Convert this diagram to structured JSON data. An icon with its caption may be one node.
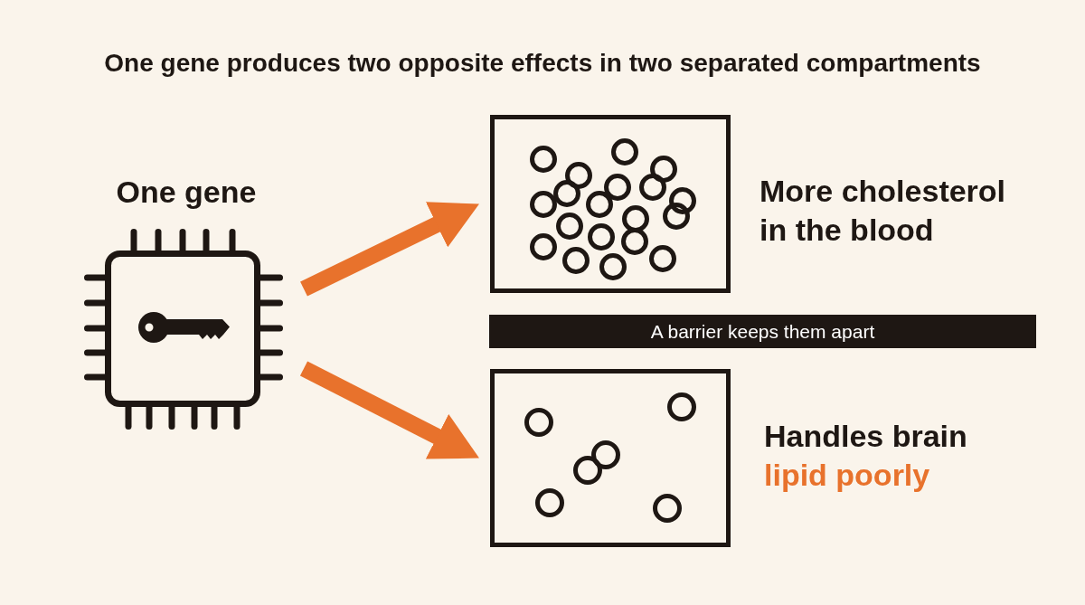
{
  "diagram": {
    "title": "One gene produces two opposite effects in two separated compartments",
    "nodes": [
      {
        "text": [
          "One gene"
        ]
      },
      {
        "text": [],
        "shape": "box",
        "beside": [
          "More cholesterol in the blood"
        ]
      },
      {
        "text": [
          "A barrier keeps them apart"
        ]
      },
      {
        "text": [],
        "shape": "box",
        "beside": [
          "Handles brain",
          "lipid poorly"
        ]
      }
    ],
    "edges": [
      {
        "from": 0,
        "to": 1,
        "arrow": "to",
        "color": "#e8722c"
      },
      {
        "from": 0,
        "to": 3,
        "arrow": "to",
        "color": "#e8722c"
      }
    ]
  }
}
